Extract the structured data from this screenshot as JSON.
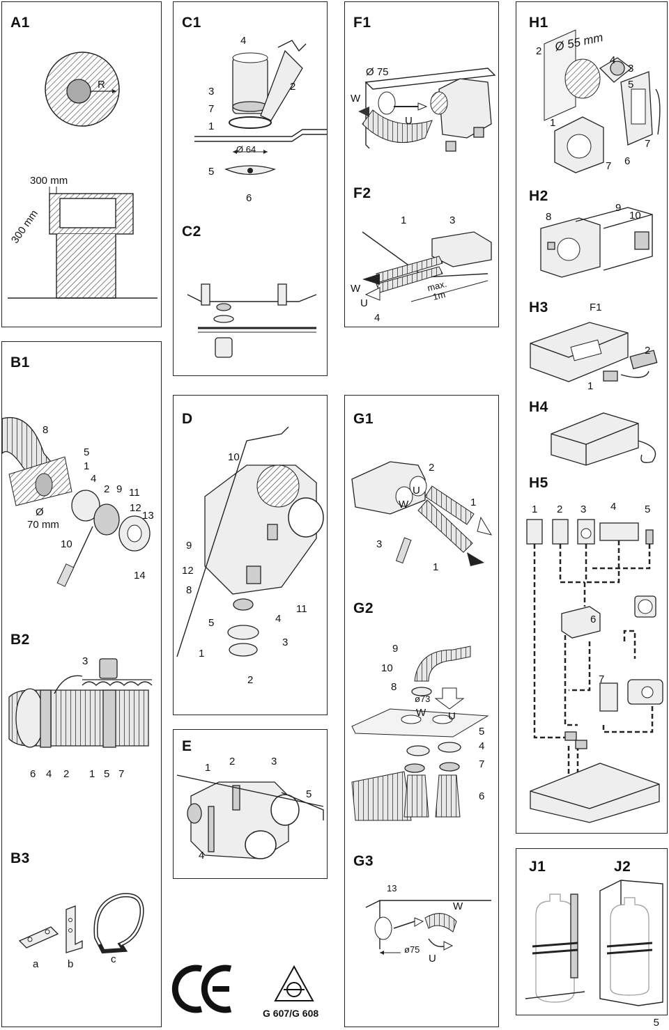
{
  "panels": {
    "A1": {
      "title": "A1",
      "labels": [
        "R"
      ]
    },
    "A2": {
      "labels": [
        "300 mm",
        "300 mm"
      ]
    },
    "B1": {
      "title": "B1",
      "labels": [
        "8",
        "5",
        "1",
        "4",
        "2",
        "9",
        "11",
        "12",
        "13",
        "Ø",
        "70 mm",
        "10",
        "14"
      ]
    },
    "B2": {
      "title": "B2",
      "labels": [
        "3",
        "6",
        "4",
        "2",
        "1",
        "5",
        "7"
      ]
    },
    "B3": {
      "title": "B3",
      "labels": [
        "a",
        "b",
        "c"
      ]
    },
    "C1": {
      "title": "C1",
      "labels": [
        "4",
        "3",
        "7",
        "1",
        "2",
        "Ø 64",
        "5",
        "6"
      ]
    },
    "C2": {
      "title": "C2"
    },
    "D": {
      "title": "D",
      "labels": [
        "10",
        "9",
        "12",
        "8",
        "5",
        "1",
        "4",
        "11",
        "3",
        "2"
      ]
    },
    "E": {
      "title": "E",
      "labels": [
        "1",
        "2",
        "3",
        "5",
        "4"
      ]
    },
    "F1": {
      "title": "F1",
      "labels": [
        "Ø 75",
        "W",
        "U"
      ]
    },
    "F2": {
      "title": "F2",
      "labels": [
        "1",
        "3",
        "W",
        "U",
        "4",
        "max.",
        "1m"
      ]
    },
    "G1": {
      "title": "G1",
      "labels": [
        "2",
        "U",
        "W",
        "1",
        "3",
        "1"
      ]
    },
    "G2": {
      "title": "G2",
      "labels": [
        "9",
        "10",
        "8",
        "ø73",
        "W",
        "U",
        "5",
        "4",
        "7",
        "6"
      ]
    },
    "G3": {
      "title": "G3",
      "labels": [
        "13",
        "W",
        "ø75",
        "U"
      ]
    },
    "H1": {
      "title": "H1",
      "labels": [
        "2",
        "Ø 55 mm",
        "4",
        "3",
        "5",
        "1",
        "7",
        "6",
        "7"
      ]
    },
    "H2": {
      "title": "H2",
      "labels": [
        "8",
        "9",
        "10"
      ]
    },
    "H3": {
      "title": "H3",
      "labels": [
        "F1",
        "2",
        "1"
      ]
    },
    "H4": {
      "title": "H4"
    },
    "H5": {
      "title": "H5",
      "labels": [
        "1",
        "2",
        "3",
        "4",
        "5",
        "6",
        "7"
      ]
    },
    "J": {
      "title_left": "J1",
      "title_right": "J2"
    }
  },
  "marks": {
    "approval": "G 607/G 608",
    "ce": "CE"
  },
  "page_number": "5"
}
